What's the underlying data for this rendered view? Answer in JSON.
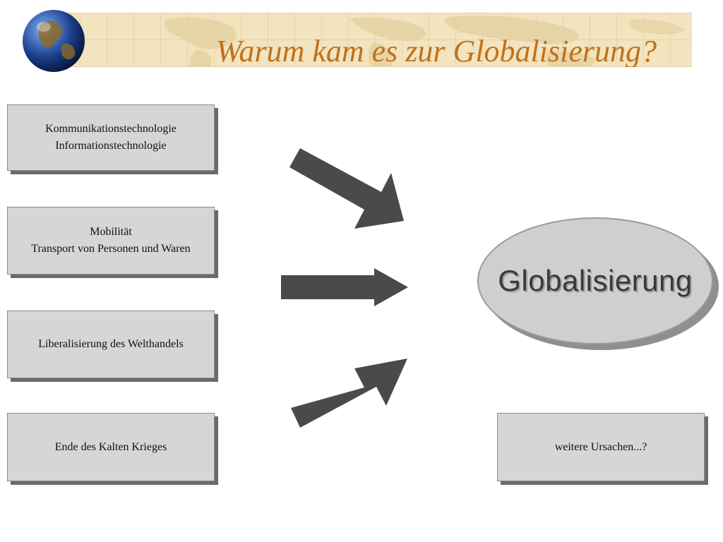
{
  "title": "Warum kam es zur Globalisierung?",
  "causes": [
    {
      "line1": "Kommunikationstechnologie",
      "line2": "Informationstechnologie"
    },
    {
      "line1": "Mobilität",
      "line2": "Transport von Personen und Waren"
    },
    {
      "line1": "Liberalisierung des Welthandels",
      "line2": ""
    },
    {
      "line1": "Ende des Kalten Krieges",
      "line2": ""
    }
  ],
  "center": {
    "label": "Globalisierung"
  },
  "other": {
    "label": "weitere Ursachen...?"
  },
  "colors": {
    "title": "#c2711a",
    "banner": "#f2e4bf",
    "box": "#d6d6d6",
    "arrow": "#4a4a4a",
    "ellipse": "#cfcfcf"
  }
}
